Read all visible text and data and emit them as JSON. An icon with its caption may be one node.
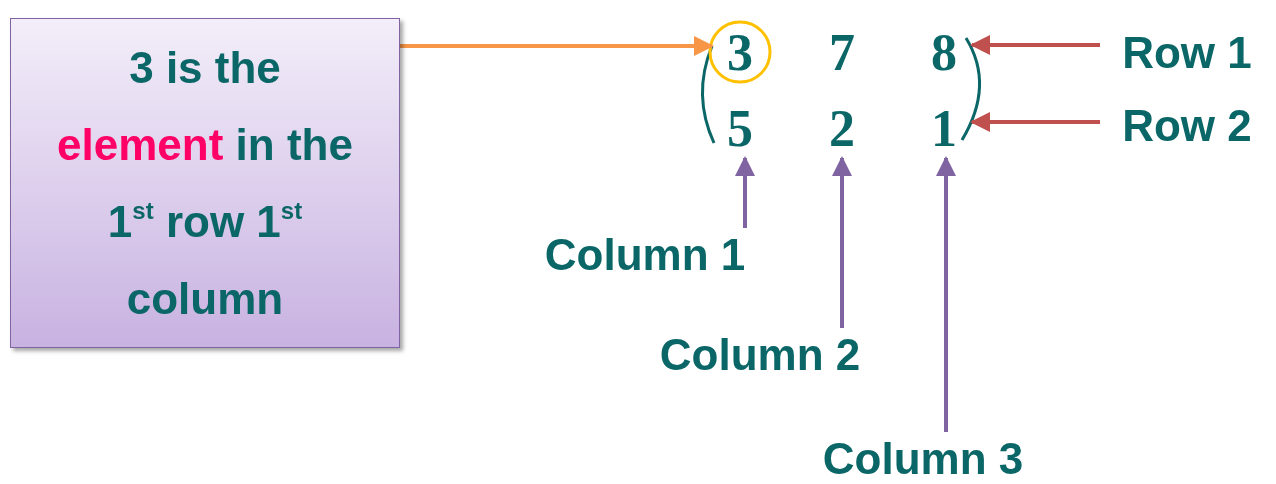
{
  "diagram": {
    "nodes": [
      {
        "text": [
          "3 is the **element** in the 1$^{st}$ row 1$^{st}$ column"
        ]
      },
      {
        "text": [
          "3"
        ]
      },
      {
        "text": [
          "7"
        ]
      },
      {
        "text": [
          "8"
        ]
      },
      {
        "text": [
          "5"
        ]
      },
      {
        "text": [
          "2"
        ]
      },
      {
        "text": [
          "1"
        ]
      },
      {
        "text": [
          "Row 1"
        ]
      },
      {
        "text": [
          "Row 2"
        ]
      },
      {
        "text": [
          "Column 1"
        ]
      },
      {
        "text": [
          "Column 2"
        ]
      },
      {
        "text": [
          "Column 3"
        ]
      }
    ],
    "edges": [
      {
        "from": 0,
        "to": 1,
        "arrow": "to",
        "color": "#f79646"
      },
      {
        "from": 7,
        "to": 3,
        "arrow": "to",
        "color": "#c0504d"
      },
      {
        "from": 8,
        "to": 6,
        "arrow": "to",
        "color": "#c0504d"
      },
      {
        "from": 9,
        "to": 4,
        "arrow": "to",
        "color": "#8064a2"
      },
      {
        "from": 10,
        "to": 5,
        "arrow": "to",
        "color": "#8064a2"
      },
      {
        "from": 11,
        "to": 6,
        "arrow": "to",
        "color": "#8064a2"
      }
    ]
  }
}
